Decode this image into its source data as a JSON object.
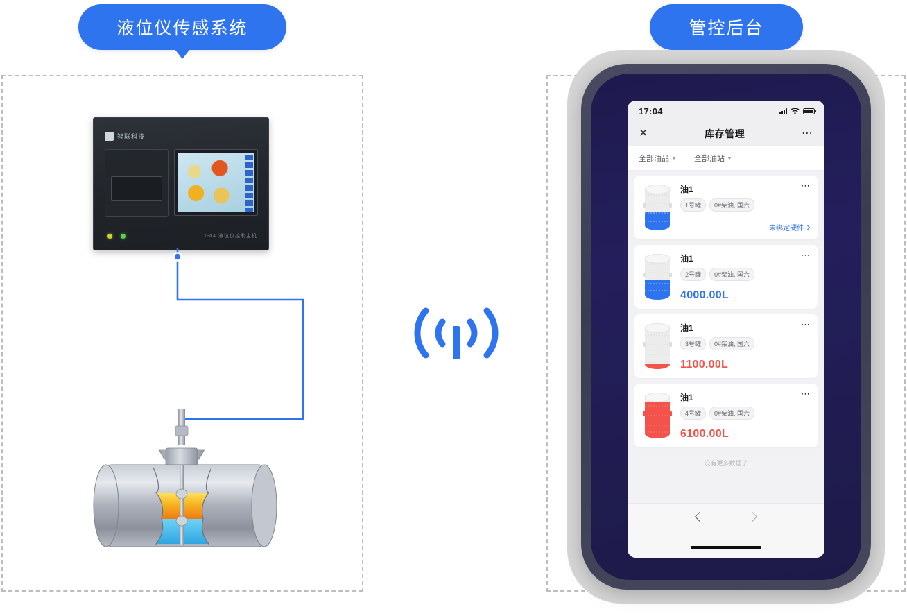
{
  "callouts": {
    "left": "液位仪传感系统",
    "right": "管控后台"
  },
  "device": {
    "brand": "智联科技",
    "model": "T-04 液位仪控制主机",
    "icon_logo": "logo-mark",
    "icon_printer": "printer-slot-icon",
    "icon_screen": "lcd-display-icon",
    "led_1": "led-yellow",
    "led_2": "led-green"
  },
  "tank_illustration": {
    "name": "fuel-tank-cutaway",
    "probe": "level-probe-icon",
    "fuel_layer_color": "#f5c531",
    "water_layer_color": "#49bdee",
    "body_color": "#a9adb6"
  },
  "wireless": {
    "icon": "wireless-signal-icon",
    "color": "#2f74ef"
  },
  "phone": {
    "status_bar": {
      "time": "17:04",
      "signal_icon": "cellular-signal-icon",
      "wifi_icon": "wifi-icon",
      "battery_icon": "battery-icon"
    },
    "nav": {
      "close_icon": "close-icon",
      "title": "库存管理",
      "more_icon": "more-horizontal-icon"
    },
    "filters": [
      {
        "label": "全部油品",
        "icon": "chevron-down-icon"
      },
      {
        "label": "全部油站",
        "icon": "chevron-down-icon"
      }
    ],
    "cards": [
      {
        "title": "油1",
        "tank_tag": "1号罐",
        "fuel_tag": "0#柴油, 国六",
        "status_link": "未绑定硬件",
        "link_icon": "chevron-right-icon",
        "volume": "",
        "volume_color": "",
        "fill_percent": 55,
        "fill_color": "#2f74ef",
        "more_icon": "more-horizontal-icon"
      },
      {
        "title": "油1",
        "tank_tag": "2号罐",
        "fuel_tag": "0#柴油, 国六",
        "status_link": "",
        "link_icon": "",
        "volume": "4000.00L",
        "volume_color": "#2f74ef",
        "fill_percent": 55,
        "fill_color": "#2f74ef",
        "more_icon": "more-horizontal-icon"
      },
      {
        "title": "油1",
        "tank_tag": "3号罐",
        "fuel_tag": "0#柴油, 国六",
        "status_link": "",
        "link_icon": "",
        "volume": "1100.00L",
        "volume_color": "#f3534a",
        "fill_percent": 12,
        "fill_color": "#f3534a",
        "more_icon": "more-horizontal-icon"
      },
      {
        "title": "油1",
        "tank_tag": "4号罐",
        "fuel_tag": "0#柴油, 国六",
        "status_link": "",
        "link_icon": "",
        "volume": "6100.00L",
        "volume_color": "#f3534a",
        "fill_percent": 88,
        "fill_color": "#f3534a",
        "more_icon": "more-horizontal-icon"
      }
    ],
    "list_end_text": "没有更多数据了",
    "bottom": {
      "prev_icon": "chevron-left-icon",
      "next_icon": "chevron-right-icon",
      "home_indicator": "home-indicator"
    }
  },
  "colors": {
    "accent_blue": "#2f74ef",
    "alert_red": "#f3534a",
    "dashed_border": "#bdbdbd",
    "phone_shell": "#d6d6d6",
    "phone_bezel": "#1e1a4e"
  }
}
